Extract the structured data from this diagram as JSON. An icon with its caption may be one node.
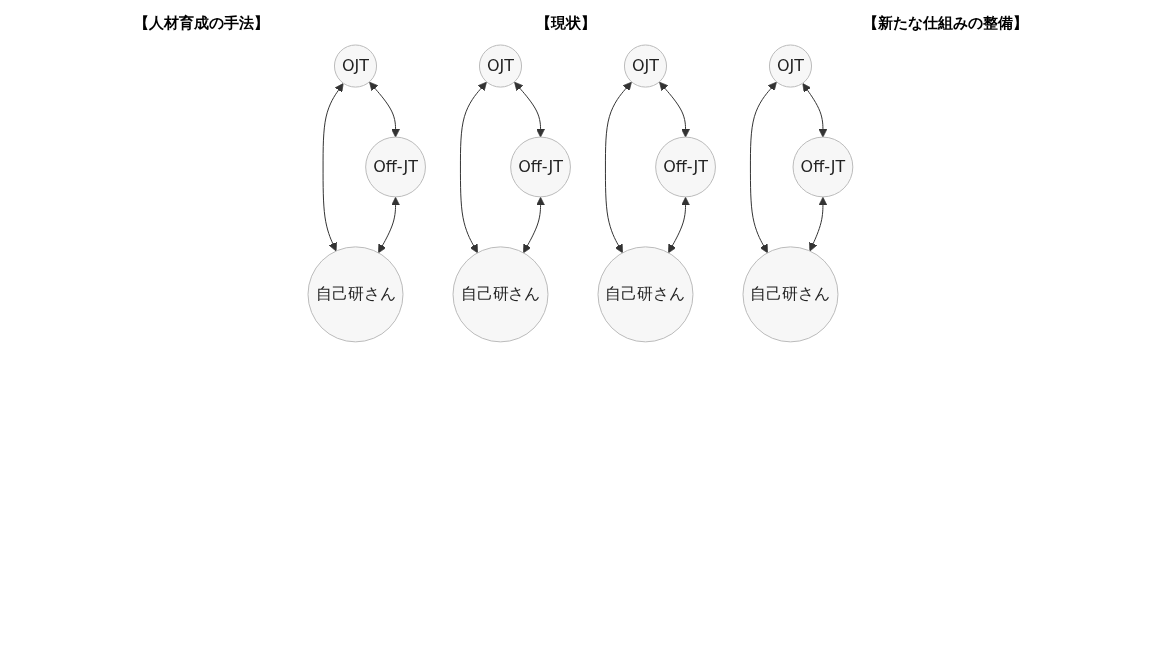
{
  "diagram": {
    "nodes": [
      {
        "text": [
          "OJT"
        ]
      },
      {
        "text": [
          "Off-JT"
        ]
      },
      {
        "text": [
          "自己研さん"
        ]
      },
      {
        "text": [
          "OJT"
        ]
      },
      {
        "text": [
          "Off-JT"
        ]
      },
      {
        "text": [
          "自己研さん"
        ]
      },
      {
        "text": [
          "OJT"
        ]
      },
      {
        "text": [
          "Off-JT"
        ]
      },
      {
        "text": [
          "自己研さん"
        ]
      },
      {
        "text": [
          "OJT"
        ]
      },
      {
        "text": [
          "Off-JT"
        ]
      },
      {
        "text": [
          "自己研さん"
        ]
      }
    ],
    "edges": [
      {
        "from": 0,
        "to": 1,
        "arrow": "both"
      },
      {
        "from": 0,
        "to": 2,
        "arrow": "both"
      },
      {
        "from": 1,
        "to": 2,
        "arrow": "both"
      },
      {
        "from": 3,
        "to": 4,
        "arrow": "both"
      },
      {
        "from": 3,
        "to": 5,
        "arrow": "both"
      },
      {
        "from": 4,
        "to": 5,
        "arrow": "both"
      },
      {
        "from": 6,
        "to": 7,
        "arrow": "both"
      },
      {
        "from": 6,
        "to": 8,
        "arrow": "both"
      },
      {
        "from": 7,
        "to": 8,
        "arrow": "both"
      },
      {
        "from": 9,
        "to": 10,
        "arrow": "both"
      },
      {
        "from": 9,
        "to": 11,
        "arrow": "both"
      },
      {
        "from": 10,
        "to": 11,
        "arrow": "both"
      }
    ],
    "labels": [
      "【人材育成の手法】",
      "【現状】",
      "【新たな仕組みの整備】"
    ]
  }
}
